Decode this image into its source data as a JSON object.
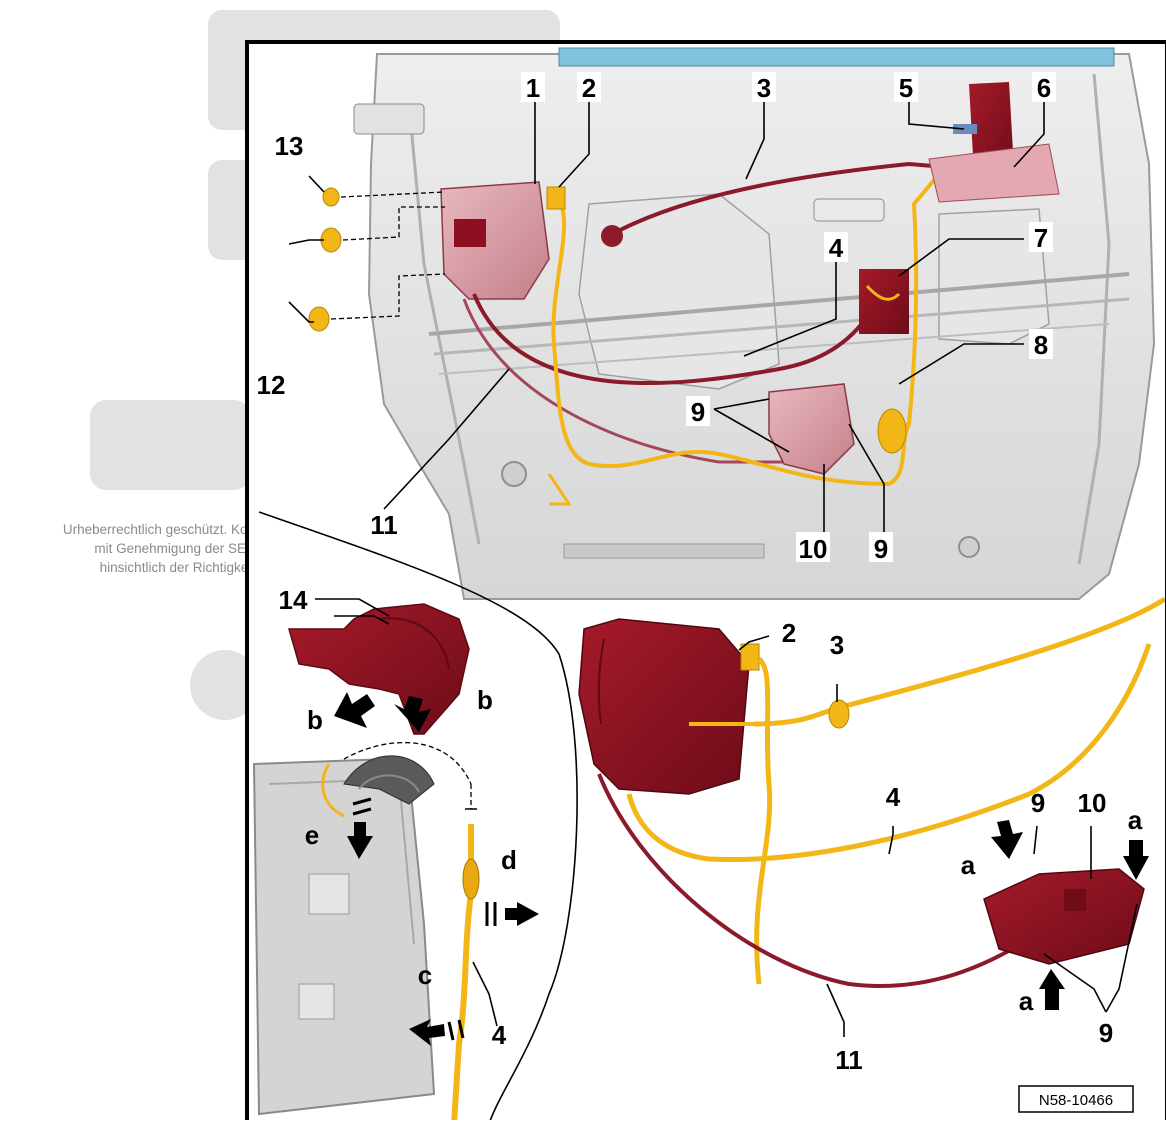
{
  "watermark": {
    "line1": "Urheberrechtlich geschützt. Kop",
    "line2": "mit Genehmigung der SEA",
    "line3": "hinsichtlich der Richtigkeit"
  },
  "labels": {
    "n1": "1",
    "n2": "2",
    "n3": "3",
    "n4": "4",
    "n5": "5",
    "n6": "6",
    "n7": "7",
    "n8": "8",
    "n9": "9",
    "n10": "10",
    "n11": "11",
    "n12": "12",
    "n13": "13",
    "n14": "14",
    "a": "a",
    "b": "b",
    "c": "c",
    "d": "d",
    "e": "e"
  },
  "doc_id": "N58-10466",
  "colors": {
    "cable_red": "#8b1a2b",
    "cable_yellow": "#f2b617",
    "part_red": "#8c1020",
    "door_panel": "#dcdcdc"
  }
}
